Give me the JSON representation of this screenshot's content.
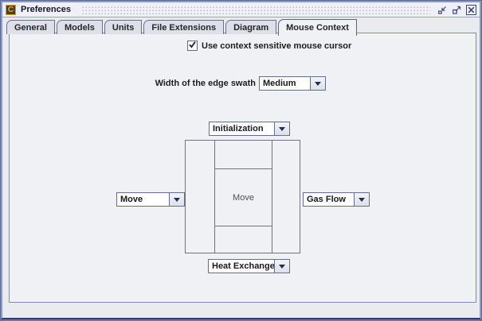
{
  "window": {
    "title": "Preferences",
    "icon_text": "C"
  },
  "tabs": [
    {
      "label": "General",
      "selected": false
    },
    {
      "label": "Models",
      "selected": false
    },
    {
      "label": "Units",
      "selected": false
    },
    {
      "label": "File Extensions",
      "selected": false
    },
    {
      "label": "Diagram",
      "selected": false
    },
    {
      "label": "Mouse Context",
      "selected": true
    }
  ],
  "content": {
    "context_checkbox": {
      "label": "Use context sensitive mouse cursor",
      "checked": true
    },
    "edge_swath": {
      "label": "Width of the edge swath",
      "value": "Medium"
    },
    "mouse_regions": {
      "top_combo": {
        "value": "Initialization"
      },
      "left_combo": {
        "value": "Move"
      },
      "right_combo": {
        "value": "Gas Flow"
      },
      "bottom_combo": {
        "value": "Heat Exchange"
      },
      "center_label": "Move"
    }
  },
  "colors": {
    "frame_border_outer": "#5E6B99",
    "frame_border_inner": "#8B99C4",
    "titlebar_bg": "#EFF0F5",
    "panel_bg": "#F0F1F4",
    "panel_border": "#7D8CBA",
    "tab_bg": "#DEE0E7",
    "combo_border": "#646E92",
    "arrow_color": "#232C52",
    "icon_orange": "#E89A2F",
    "diagram_line": "#6F7480"
  }
}
